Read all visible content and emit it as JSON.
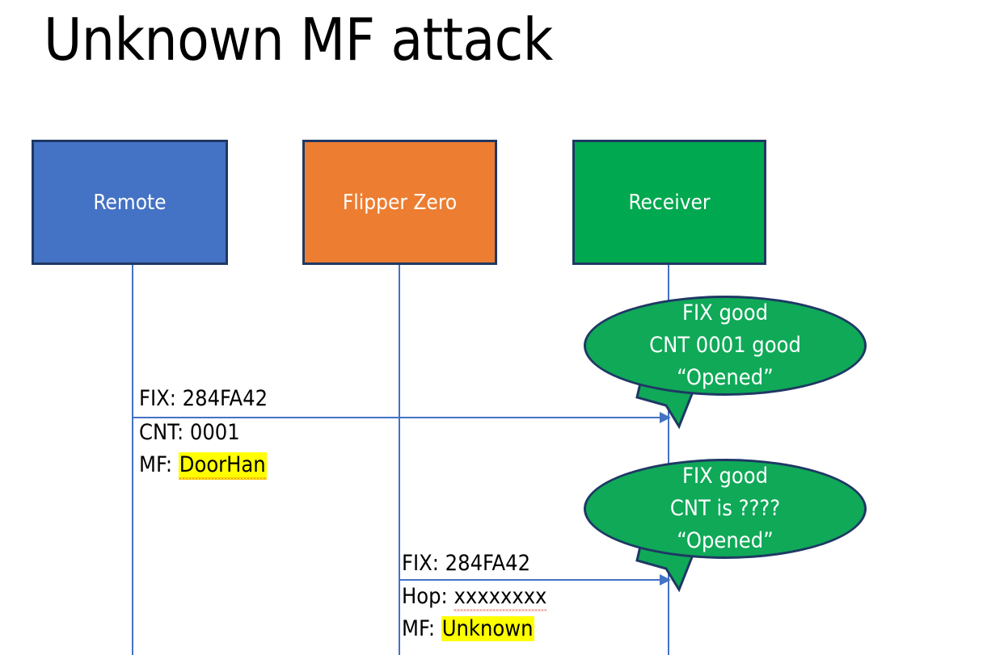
{
  "slide": {
    "title": "Unknown MF attack",
    "background_color": "#FFFFFF"
  },
  "colors": {
    "remote_fill": "#4472C4",
    "flipper_fill": "#ED7D31",
    "receiver_fill": "#00A84F",
    "box_border": "#1F3864",
    "callout_fill": "#0FA958",
    "lifeline": "#4472C4",
    "highlight": "#FFFF00",
    "spellcheck_underline": "#E03020",
    "text_dark": "#000000",
    "text_light": "#FFFFFF"
  },
  "actors": [
    {
      "id": "remote",
      "label": "Remote"
    },
    {
      "id": "flipper",
      "label": "Flipper Zero"
    },
    {
      "id": "receiver",
      "label": "Receiver"
    }
  ],
  "messages": [
    {
      "id": "msg-1",
      "from": "remote",
      "to": "receiver",
      "line1": "FIX: 284FA42",
      "line2": "CNT: 0001",
      "line3_prefix": "MF: ",
      "line3_value": "DoorHan",
      "line3_highlighted": true,
      "line3_spellchecked": true
    },
    {
      "id": "msg-2",
      "from": "flipper",
      "to": "receiver",
      "line1": "FIX: 284FA42",
      "line2_prefix": "Hop: ",
      "line2_value": "xxxxxxxx",
      "line2_spellchecked": true,
      "line3_prefix": "MF: ",
      "line3_value": "Unknown",
      "line3_highlighted": true
    }
  ],
  "callouts": [
    {
      "id": "callout-1",
      "line1": "FIX good",
      "line2": "CNT 0001 good",
      "line3": "“Opened”"
    },
    {
      "id": "callout-2",
      "line1": "FIX good",
      "line2": "CNT is ????",
      "line3": "“Opened”"
    }
  ]
}
